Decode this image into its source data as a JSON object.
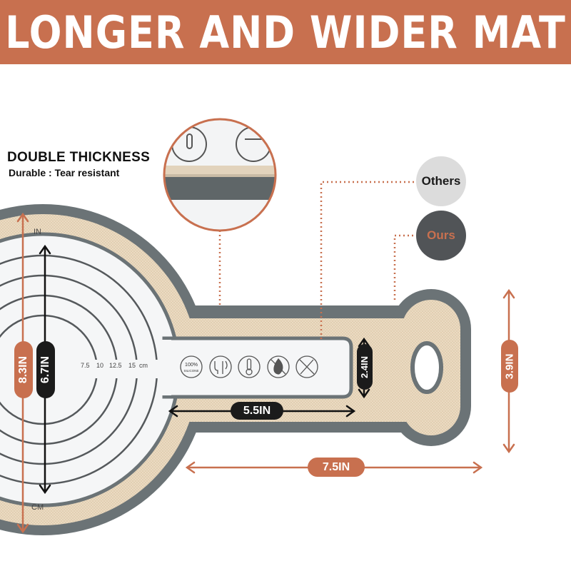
{
  "banner": {
    "title": "LONGER AND WIDER MAT"
  },
  "thickness": {
    "title": "DOUBLE THICKNESS",
    "subtitle": "Durable : Tear resistant"
  },
  "legend": {
    "others": "Others",
    "ours": "Ours"
  },
  "mat": {
    "unit_top": "IN",
    "unit_bottom": "CM",
    "scale_ticks": [
      "7.5",
      "10",
      "12.5",
      "15",
      "cm"
    ],
    "badge_text": [
      "100%",
      "SILICONE"
    ]
  },
  "dimensions": {
    "outer_height": "8.3IN",
    "circle_height": "6.7IN",
    "handle_height": "2.4IN",
    "handle_length": "5.5IN",
    "overall_length": "7.5IN",
    "overall_height": "3.9IN"
  },
  "colors": {
    "banner": "#c8704f",
    "copper": "#c8704f",
    "rim": "#6b7376",
    "fabric": "#ecdcc4",
    "surface": "#f5f6f7",
    "others_swatch": "#dcdcdc",
    "ours_swatch": "#515457"
  },
  "icons": [
    "silicone-badge-icon",
    "food-safe-icon",
    "thermometer-icon",
    "no-fire-icon",
    "no-knife-icon"
  ]
}
